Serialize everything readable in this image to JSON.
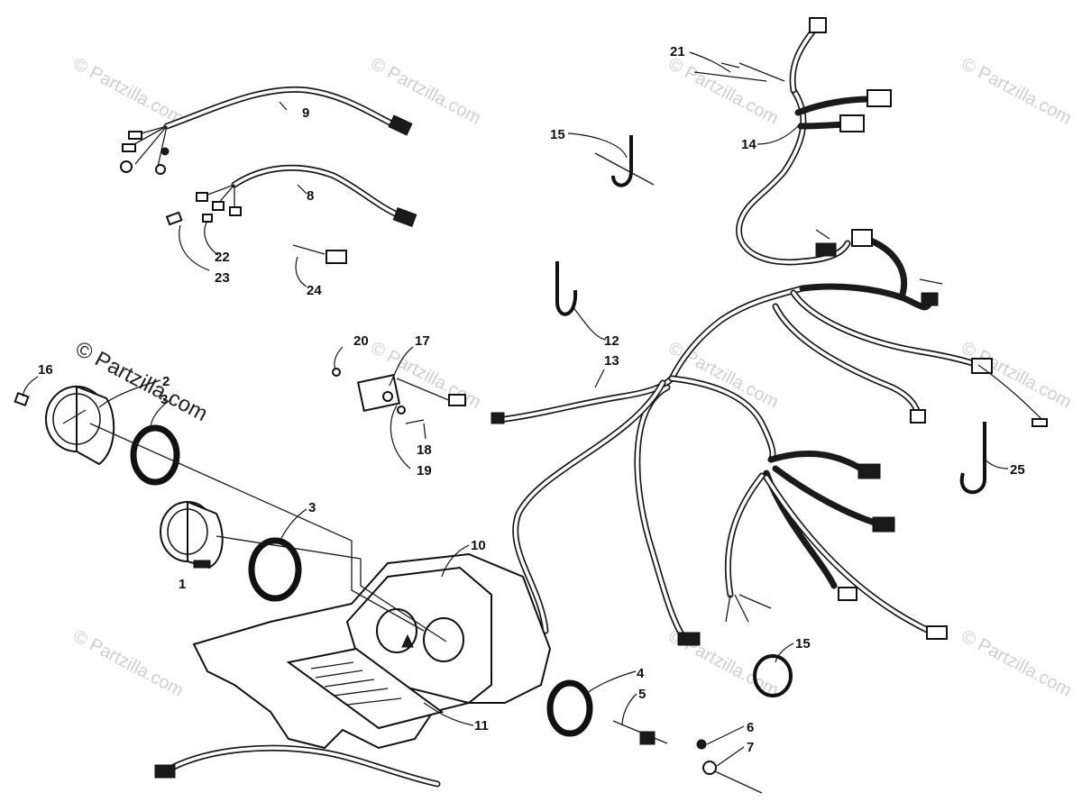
{
  "diagram": {
    "watermark_text": "© Partzilla.com",
    "callouts": [
      {
        "id": "c1",
        "label": "1"
      },
      {
        "id": "c2",
        "label": "2"
      },
      {
        "id": "c3a",
        "label": "3"
      },
      {
        "id": "c3b",
        "label": "3"
      },
      {
        "id": "c4",
        "label": "4"
      },
      {
        "id": "c5",
        "label": "5"
      },
      {
        "id": "c6",
        "label": "6"
      },
      {
        "id": "c7",
        "label": "7"
      },
      {
        "id": "c8",
        "label": "8"
      },
      {
        "id": "c9",
        "label": "9"
      },
      {
        "id": "c10",
        "label": "10"
      },
      {
        "id": "c11",
        "label": "11"
      },
      {
        "id": "c12",
        "label": "12"
      },
      {
        "id": "c13",
        "label": "13"
      },
      {
        "id": "c14",
        "label": "14"
      },
      {
        "id": "c15a",
        "label": "15"
      },
      {
        "id": "c15b",
        "label": "15"
      },
      {
        "id": "c16",
        "label": "16"
      },
      {
        "id": "c17",
        "label": "17"
      },
      {
        "id": "c18",
        "label": "18"
      },
      {
        "id": "c19",
        "label": "19"
      },
      {
        "id": "c20",
        "label": "20"
      },
      {
        "id": "c21",
        "label": "21"
      },
      {
        "id": "c22",
        "label": "22"
      },
      {
        "id": "c23",
        "label": "23"
      },
      {
        "id": "c24",
        "label": "24"
      },
      {
        "id": "c25",
        "label": "25"
      }
    ]
  }
}
